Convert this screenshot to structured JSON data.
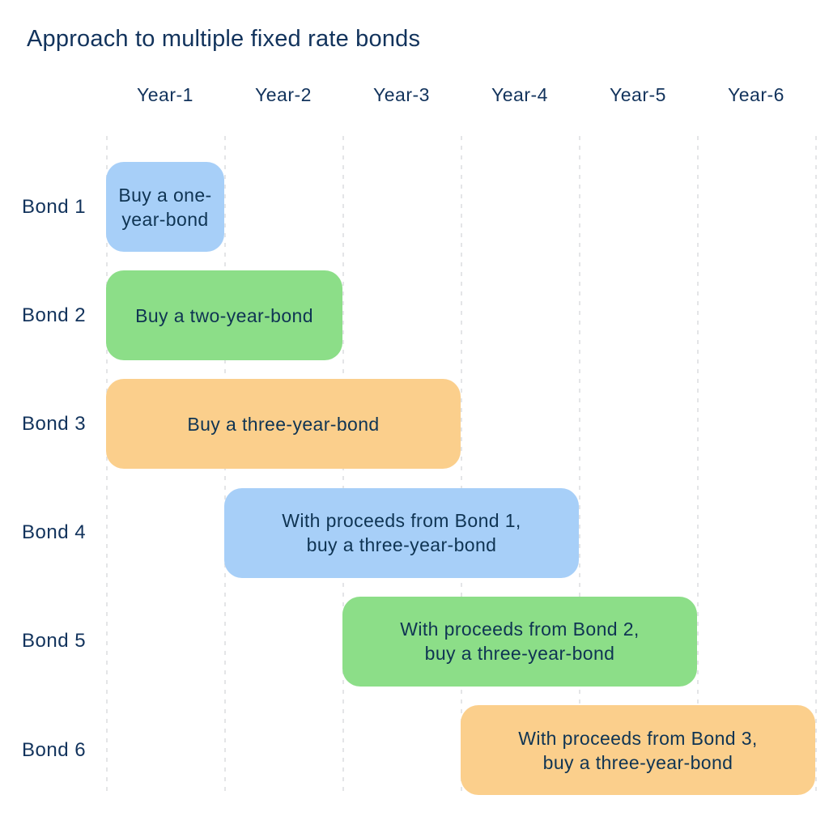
{
  "chart_data": {
    "type": "bar",
    "subtype": "gantt",
    "title": "Approach to multiple fixed rate bonds",
    "x_axis": {
      "labels": [
        "Year-1",
        "Year-2",
        "Year-3",
        "Year-4",
        "Year-5",
        "Year-6"
      ],
      "range": [
        0,
        6
      ],
      "gridlines": "dashed-vertical"
    },
    "y_axis": {
      "labels": [
        "Bond 1",
        "Bond 2",
        "Bond 3",
        "Bond 4",
        "Bond 5",
        "Bond 6"
      ]
    },
    "legend_position": "none",
    "rows": [
      {
        "label": "Bond 1",
        "start_year": 0,
        "duration_years": 1,
        "color_key": "blue",
        "lines": [
          "Buy a one-",
          "year-bond"
        ]
      },
      {
        "label": "Bond 2",
        "start_year": 0,
        "duration_years": 2,
        "color_key": "green",
        "lines": [
          "Buy a two-year-bond"
        ]
      },
      {
        "label": "Bond 3",
        "start_year": 0,
        "duration_years": 3,
        "color_key": "orange",
        "lines": [
          "Buy a three-year-bond"
        ]
      },
      {
        "label": "Bond 4",
        "start_year": 1,
        "duration_years": 3,
        "color_key": "blue",
        "lines": [
          "With proceeds from Bond 1,",
          "buy a three-year-bond"
        ]
      },
      {
        "label": "Bond 5",
        "start_year": 2,
        "duration_years": 3,
        "color_key": "green",
        "lines": [
          "With proceeds from Bond 2,",
          "buy a three-year-bond"
        ]
      },
      {
        "label": "Bond 6",
        "start_year": 3,
        "duration_years": 3,
        "color_key": "orange",
        "lines": [
          "With proceeds from Bond 3,",
          "buy a three-year-bond"
        ]
      }
    ],
    "colors": {
      "blue": "#A7CFF8",
      "green": "#8CDE88",
      "orange": "#FBCF8C",
      "ink": "#12335C",
      "gridline": "#E4E5E7",
      "background": "#FFFFFF"
    }
  }
}
